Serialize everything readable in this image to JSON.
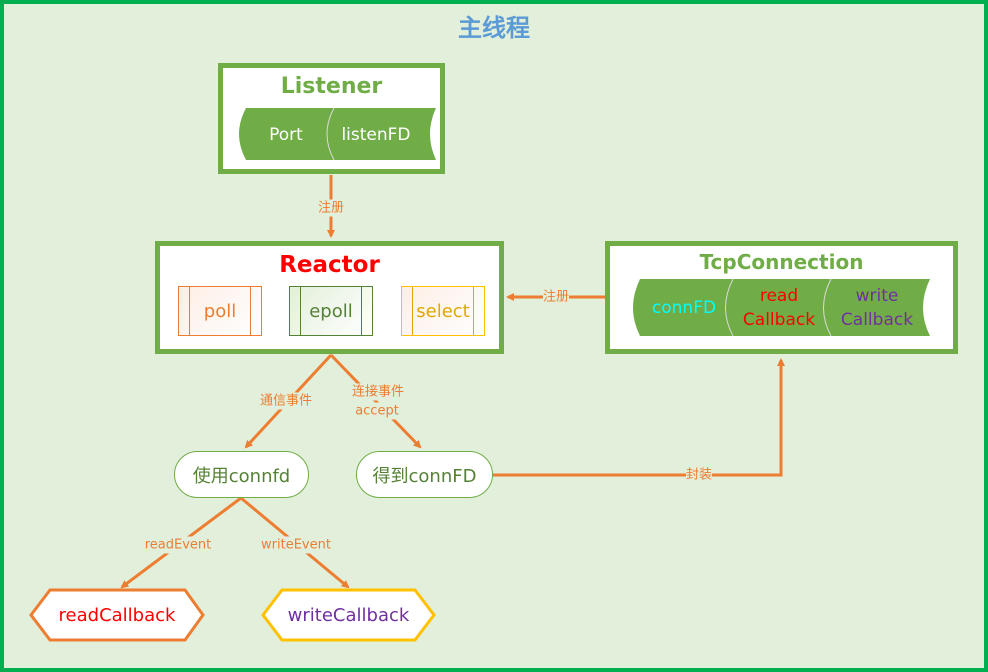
{
  "title": "主线程",
  "listener": {
    "title": "Listener",
    "fields": [
      "Port",
      "listenFD"
    ]
  },
  "reactor": {
    "title": "Reactor",
    "items": [
      "poll",
      "epoll",
      "select"
    ]
  },
  "tcp_connection": {
    "title": "TcpConnection",
    "fields": [
      "connFD",
      "read\nCallback",
      "write\nCallback"
    ]
  },
  "edges": {
    "listener_to_reactor": "注册",
    "tcp_to_reactor": "注册",
    "comm_event": "通信事件",
    "connect_event": "连接事件",
    "connect_event_sub": "accept",
    "wrap": "封装",
    "read_event": "readEvent",
    "write_event": "writeEvent"
  },
  "nodes": {
    "use_connfd": "使用connfd",
    "get_connfd": "得到connFD",
    "read_callback": "readCallback",
    "write_callback": "writeCallback"
  },
  "colors": {
    "frame": "#00b050",
    "box": "#70ad47",
    "arrow": "#ed7d31",
    "title": "#5b9bd5",
    "reactor_title": "#ff0000",
    "write": "#7030a0",
    "yellow": "#ffc000"
  }
}
